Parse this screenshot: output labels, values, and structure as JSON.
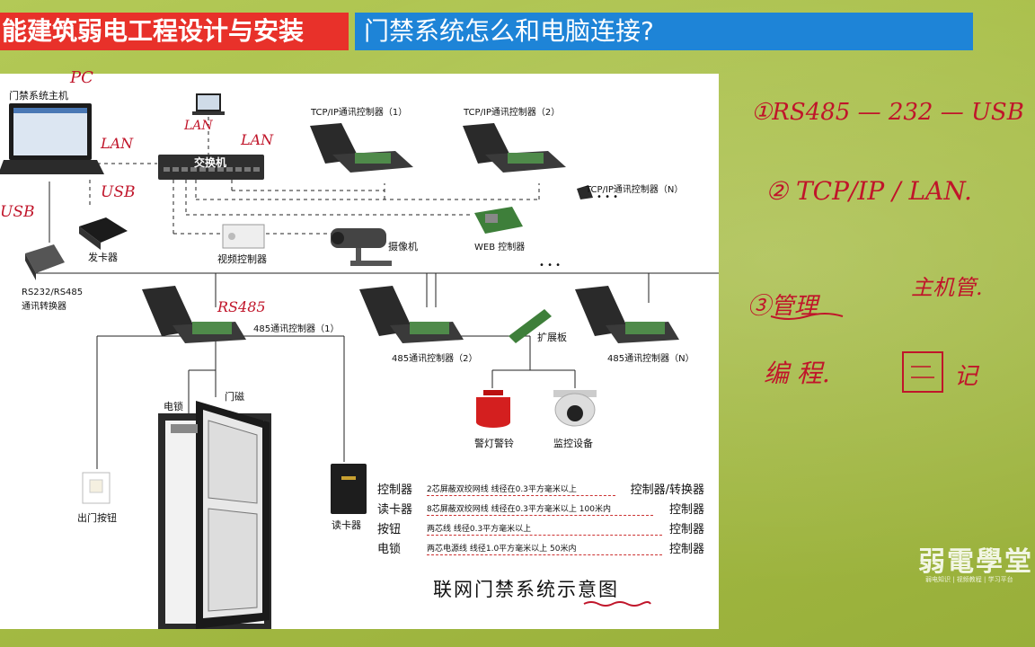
{
  "header": {
    "left_title": "能建筑弱电工程设计与安装",
    "right_title": "门禁系统怎么和电脑连接?"
  },
  "diagram": {
    "labels": {
      "host": "门禁系统主机",
      "switch": "交换机",
      "tcp1": "TCP/IP通讯控制器（1）",
      "tcp2": "TCP/IP通讯控制器（2）",
      "tcpN": "TCP/IP通讯控制器（N）",
      "card_issuer": "发卡器",
      "video_ctrl": "视频控制器",
      "camera": "摄像机",
      "web_ctrl": "WEB 控制器",
      "converter_line1": "RS232/RS485",
      "converter_line2": "通讯转换器",
      "rs485_1": "485通讯控制器（1）",
      "rs485_2": "485通讯控制器（2）",
      "rs485_N": "485通讯控制器（N）",
      "expansion": "扩展板",
      "lock": "电锁",
      "door_sensor": "门磁",
      "exit_button": "出门按钮",
      "card_reader": "读卡器",
      "alarm": "警灯警铃",
      "monitor": "监控设备",
      "ellipsis": "• • •",
      "ellipsis2": "• • •"
    },
    "legend": [
      {
        "from": "控制器",
        "desc": "2芯屏蔽双绞网线   线径在0.3平方毫米以上",
        "to": "控制器/转换器"
      },
      {
        "from": "读卡器",
        "desc": "8芯屏蔽双绞网线   线径在0.3平方毫米以上   100米内",
        "to": "控制器"
      },
      {
        "from": "按钮",
        "desc": "两芯线   线径0.3平方毫米以上",
        "to": "控制器"
      },
      {
        "from": "电锁",
        "desc": "两芯电源线   线径1.0平方毫米以上   50米内",
        "to": "控制器"
      }
    ],
    "caption": "联网门禁系统示意图"
  },
  "annotations": {
    "pc": "PC",
    "lan1": "LAN",
    "lan2": "LAN",
    "lan3": "LAN",
    "usb1": "USB",
    "usb2": "USB",
    "rs485": "RS485",
    "note1": "①RS485 — 232 — USB",
    "note2": "② TCP/IP / LAN.",
    "note3": "③管理",
    "note4": "主机管.",
    "note5": "编 程.",
    "note6": "记"
  },
  "watermark": {
    "main": "弱電學堂",
    "sub": "弱电知识 | 视频教程 | 学习平台"
  },
  "colors": {
    "header_red": "#e8312a",
    "header_blue": "#1e84d7",
    "background": "#a9bf4a",
    "ink_red": "#c0152a"
  }
}
